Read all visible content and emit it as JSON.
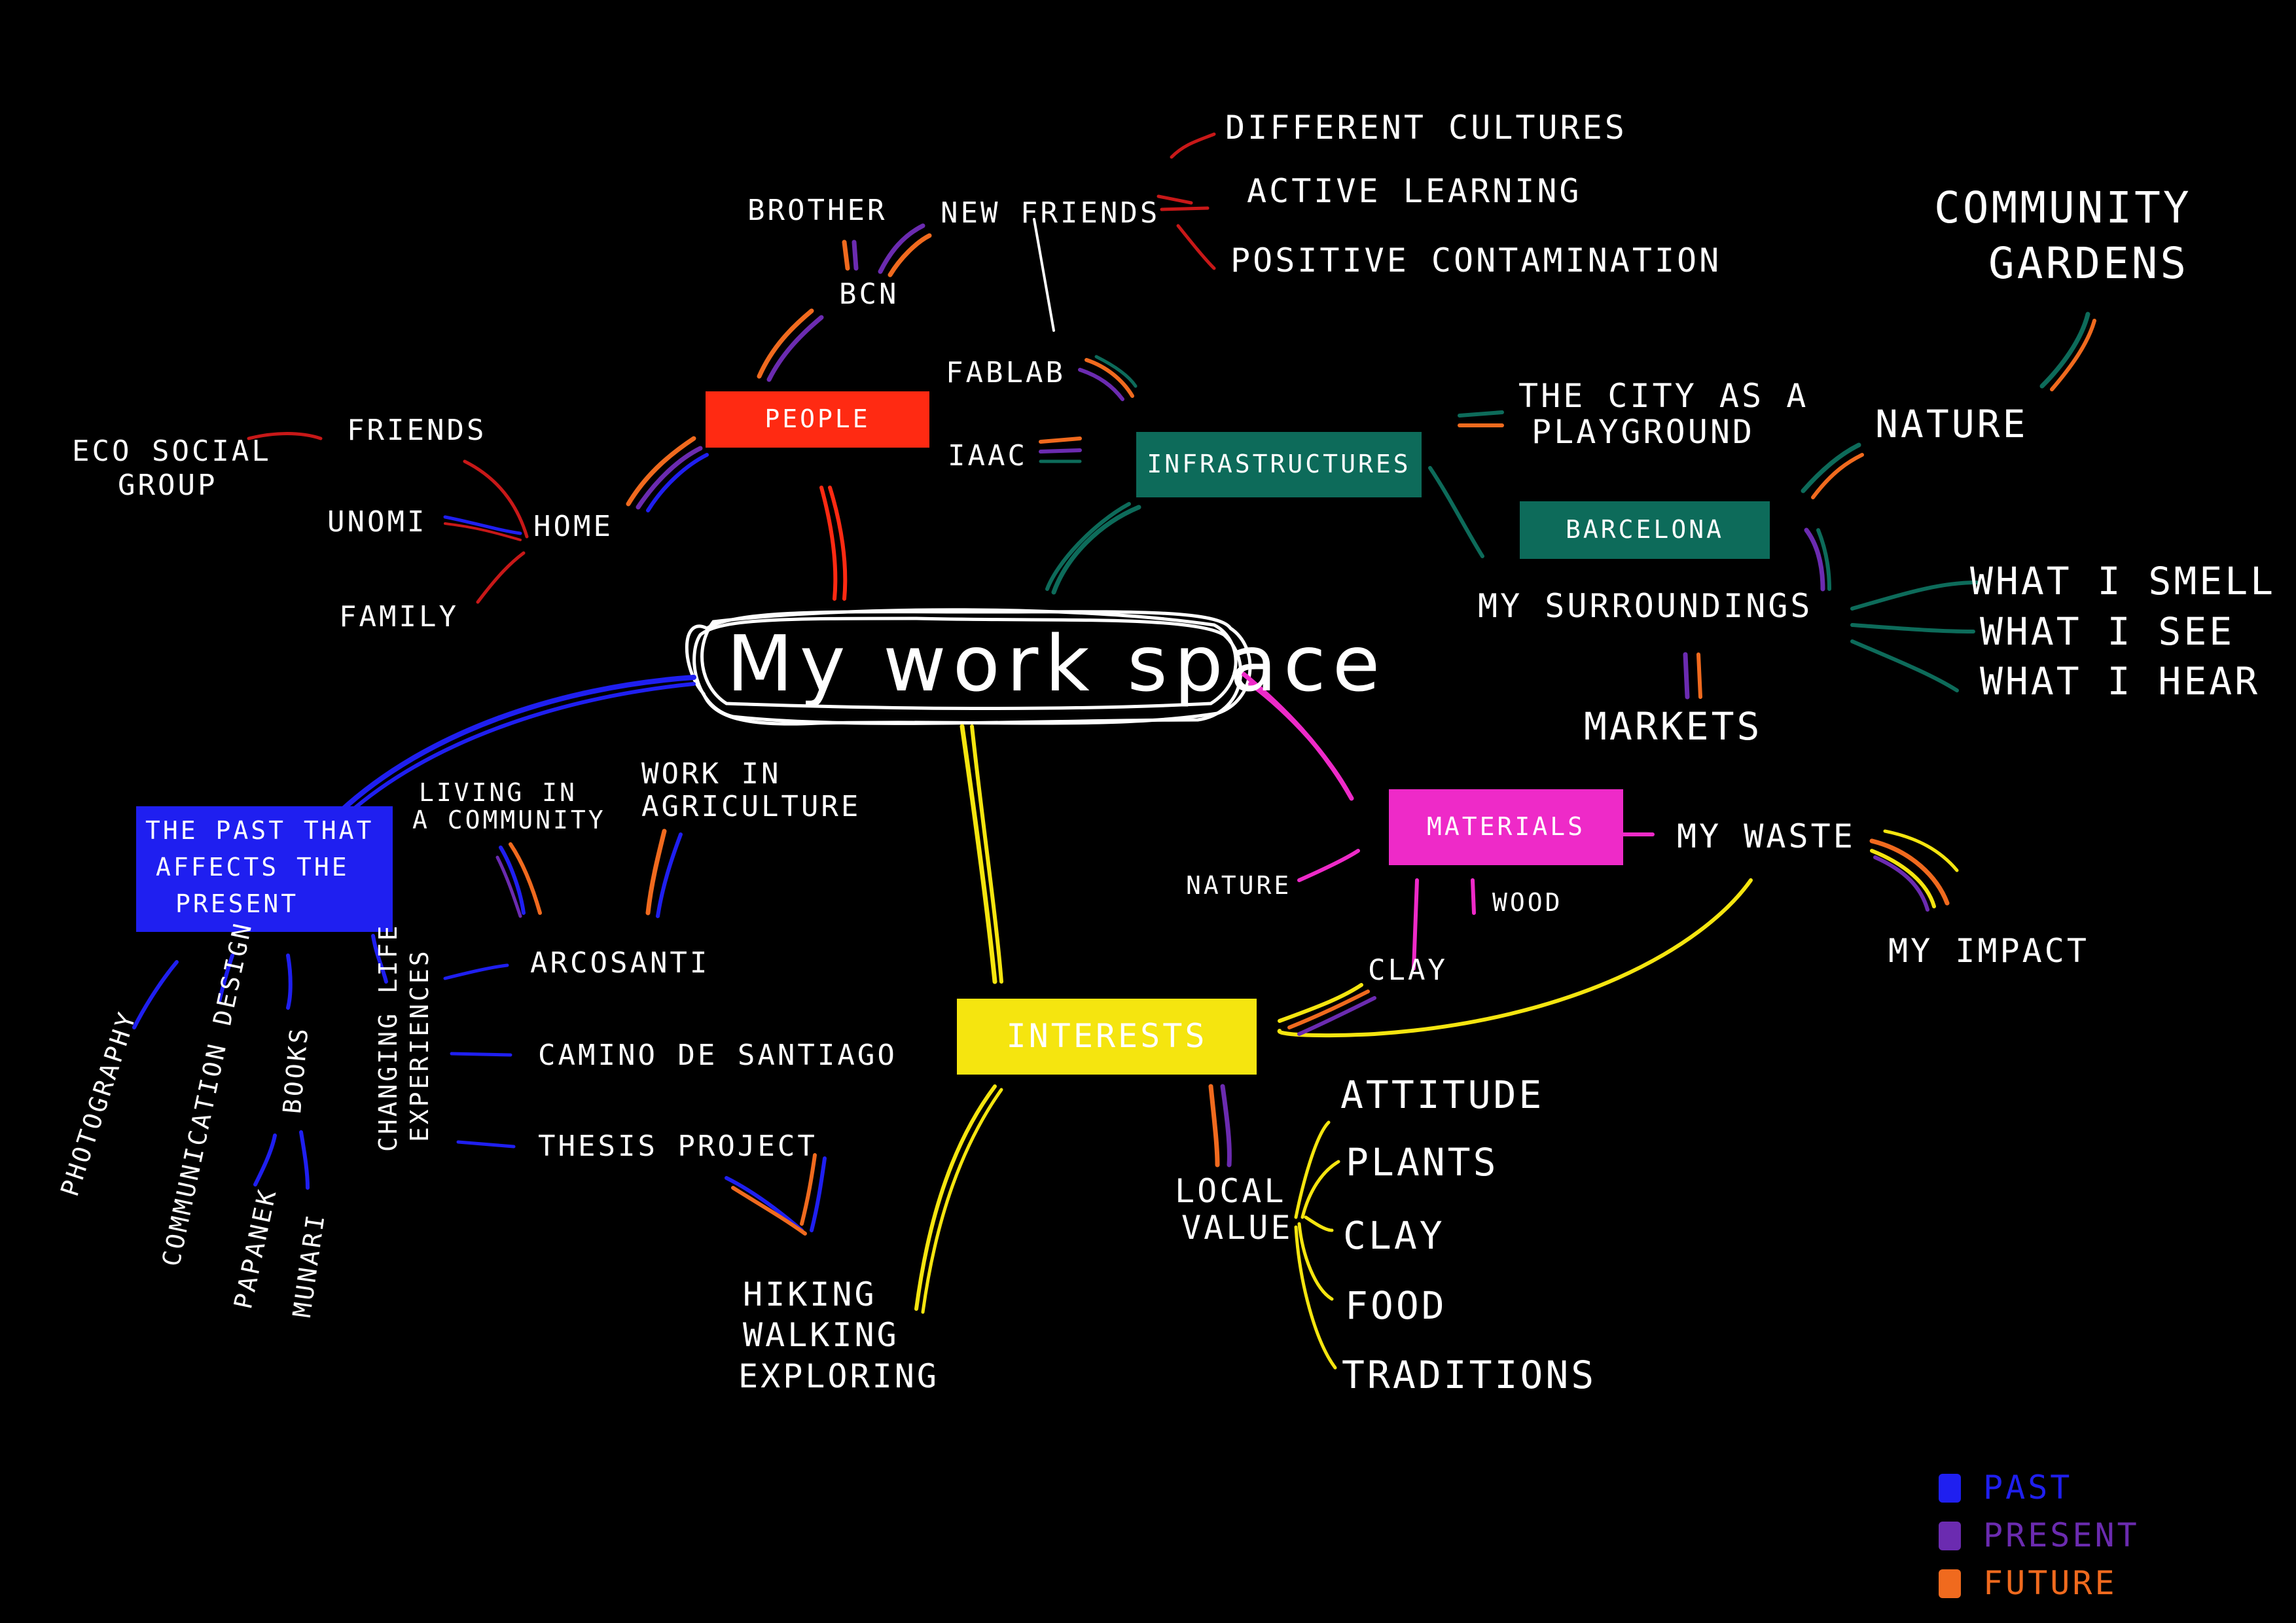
{
  "center": "My work space",
  "colors": {
    "background": "#000000",
    "text": "#ffffff",
    "people": "#ff2a12",
    "infrastructures": "#0d6b5a",
    "barcelona": "#0d6b5a",
    "materials": "#ee2ac8",
    "interests": "#f5e50f",
    "past": "#1f1ff0",
    "present": "#6b2bb0",
    "future": "#f06a1e"
  },
  "people": {
    "label": "PEOPLE",
    "home": "HOME",
    "friends": "FRIENDS",
    "eco_social_group": [
      "ECO SOCIAL",
      "GROUP"
    ],
    "unomi": "UNOMI",
    "family": "FAMILY",
    "bcn": "BCN",
    "brother": "BROTHER",
    "new_friends": "NEW FRIENDS",
    "different_cultures": "DIFFERENT CULTURES",
    "active_learning": "ACTIVE LEARNING",
    "positive_contamination": "POSITIVE CONTAMINATION",
    "fablab": "FABLAB",
    "iaac": "IAAC"
  },
  "infrastructures": {
    "label": "INFRASTRUCTURES",
    "city_playground": [
      "THE CITY AS A",
      "PLAYGROUND"
    ],
    "barcelona": "BARCELONA",
    "nature": "NATURE",
    "community_gardens": [
      "COMMUNITY",
      "GARDENS"
    ],
    "my_surroundings": "MY SURROUNDINGS",
    "what_i_smell": "WHAT I SMELL",
    "what_i_see": "WHAT I SEE",
    "what_i_hear": "WHAT I HEAR",
    "markets": "MARKETS"
  },
  "materials": {
    "label": "MATERIALS",
    "nature": "NATURE",
    "wood": "WOOD",
    "clay": "CLAY",
    "my_waste": "MY WASTE",
    "my_impact": "MY IMPACT"
  },
  "interests": {
    "label": "INTERESTS",
    "local_value": [
      "LOCAL",
      "VALUE"
    ],
    "attitude": "ATTITUDE",
    "plants": "PLANTS",
    "clay": "CLAY",
    "food": "FOOD",
    "traditions": "TRADITIONS",
    "hiking": [
      "HIKING",
      "WALKING",
      "EXPLORING"
    ]
  },
  "past": {
    "label": [
      "THE PAST THAT",
      "AFFECTS THE",
      "PRESENT"
    ],
    "living_community": [
      "LIVING IN",
      "A COMMUNITY"
    ],
    "work_agriculture": [
      "WORK IN",
      "AGRICULTURE"
    ],
    "arcosanti": "ARCOSANTI",
    "camino": "CAMINO DE SANTIAGO",
    "thesis": "THESIS PROJECT",
    "photography": "PHOTOGRAPHY",
    "communication_design": "COMMUNICATION DESIGN",
    "books": "BOOKS",
    "papanek": "PAPANEK",
    "munari": "MUNARI",
    "changing_life": [
      "CHANGING LIFE",
      "EXPERIENCES"
    ]
  },
  "legend": [
    {
      "label": "PAST",
      "color": "#1f1ff0"
    },
    {
      "label": "PRESENT",
      "color": "#6b2bb0"
    },
    {
      "label": "FUTURE",
      "color": "#f06a1e"
    }
  ]
}
